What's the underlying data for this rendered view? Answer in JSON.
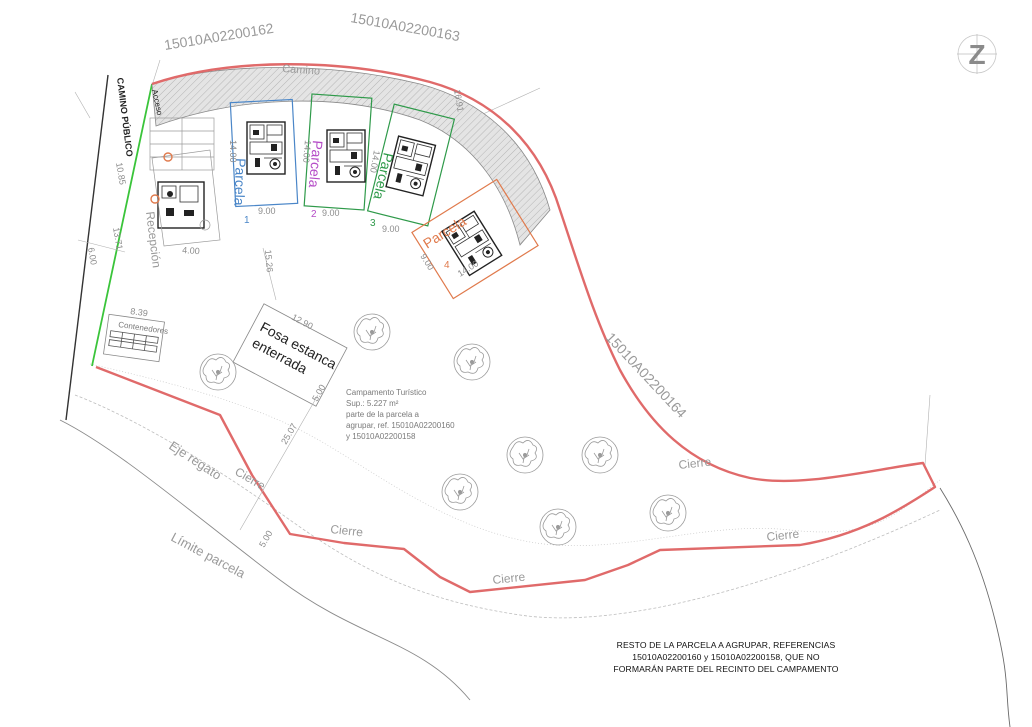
{
  "labels": {
    "cadastral_a": "15010A02200162",
    "cadastral_b": "15010A02200163",
    "cadastral_c": "15010A02200164",
    "road": "CAMINO PÚBLICO",
    "camino": "Camino",
    "acceso": "Acceso",
    "recepcion": "Recepción",
    "contenedores": "Contenedores",
    "fosa_line1": "Fosa estanca",
    "fosa_line2": "enterrada",
    "eje_regato": "Eje regato",
    "limite_parcela": "Límite parcela",
    "cierre": "Cierre"
  },
  "parcels": [
    {
      "label": "Parcela",
      "number": "1",
      "color": "#4a86c8"
    },
    {
      "label": "Parcela",
      "number": "2",
      "color": "#b54cc7"
    },
    {
      "label": "Parcela",
      "number": "3",
      "color": "#2f9a4a"
    },
    {
      "label": "Parcela",
      "number": "4",
      "color": "#e07a4c"
    }
  ],
  "campamento": {
    "line1": "Campamento Turístico",
    "line2": "Sup.: 5.227 m²",
    "line3": "parte de la parcela a",
    "line4": "agrupar, ref. 15010A02200160",
    "line5": "y 15010A02200158"
  },
  "dimensions": {
    "d1": "14.00",
    "d2": "9.00",
    "d3": "15.26",
    "d4": "12.90",
    "d5": "25.07",
    "d6": "10.85",
    "d7": "13.71",
    "d8": "6.00",
    "d9": "8.39",
    "d10": "4.00",
    "d11": "5.00",
    "d12": "16.91"
  },
  "note": {
    "line1": "RESTO DE LA PARCELA A AGRUPAR, REFERENCIAS",
    "line2": "15010A02200160 y 15010A02200158, QUE NO",
    "line3": "FORMARÁN PARTE DEL RECINTO DEL CAMPAMENTO"
  },
  "north_symbol": "Z",
  "colors": {
    "boundary": "#e06a6a",
    "road_edge": "#3ac43a",
    "grey": "#9a9a9a"
  }
}
